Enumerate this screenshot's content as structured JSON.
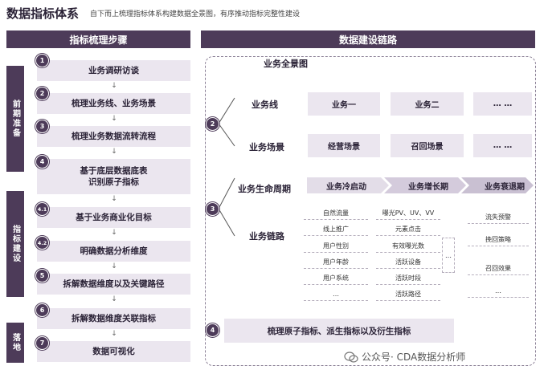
{
  "header": {
    "title": "数据指标体系",
    "subtitle": "自下而上梳理指标体系构建数据全景图，有序推动指标完整性建设"
  },
  "left": {
    "heading": "指标梳理步骤",
    "phases": [
      "前期准备",
      "指标建设",
      "落地"
    ],
    "steps": [
      {
        "badge": "1",
        "label": "业务调研访谈"
      },
      {
        "badge": "2",
        "label": "梳理业务线、业务场景"
      },
      {
        "badge": "3",
        "label": "梳理业务数据流转流程"
      },
      {
        "badge": "4",
        "label": "基于底层数据底表\n识别原子指标"
      },
      {
        "badge": "4.1",
        "label": "基于业务商业化目标"
      },
      {
        "badge": "4.2",
        "label": "明确数据分析维度"
      },
      {
        "badge": "5",
        "label": "拆解数据维度以及关键路径"
      },
      {
        "badge": "6",
        "label": "拆解数据维度关联指标"
      },
      {
        "badge": "7",
        "label": "数据可视化"
      }
    ],
    "arrow": "↓"
  },
  "right": {
    "heading": "数据建设链路",
    "panorama_label": "业务全景图",
    "badges": [
      "2",
      "3",
      "4"
    ],
    "business_line": {
      "label": "业务线",
      "cells": [
        "业务一",
        "业务二",
        "… …"
      ]
    },
    "business_scene": {
      "label": "业务场景",
      "cells": [
        "经营场景",
        "召回场景",
        "… …"
      ]
    },
    "lifecycle": {
      "label": "业务生命周期",
      "stages": [
        "业务冷启动",
        "业务增长期",
        "业务衰退期"
      ]
    },
    "chain": {
      "label": "业务链路",
      "col1": [
        "自然流量",
        "线上推广",
        "用户性别",
        "用户年龄",
        "用户系统",
        "…"
      ],
      "col2": [
        "曝光PV、UV、VV",
        "元素点击",
        "有效曝光数",
        "活跃设备",
        "活跃时段",
        "活跃路径"
      ],
      "col3": [
        "流失预警",
        "挽回策略",
        "召回效果",
        "…"
      ],
      "ellipsis": "…"
    },
    "bottom": "梳理原子指标、派生指标以及衍生指标"
  },
  "watermark": "公众号· CDA数据分析师"
}
